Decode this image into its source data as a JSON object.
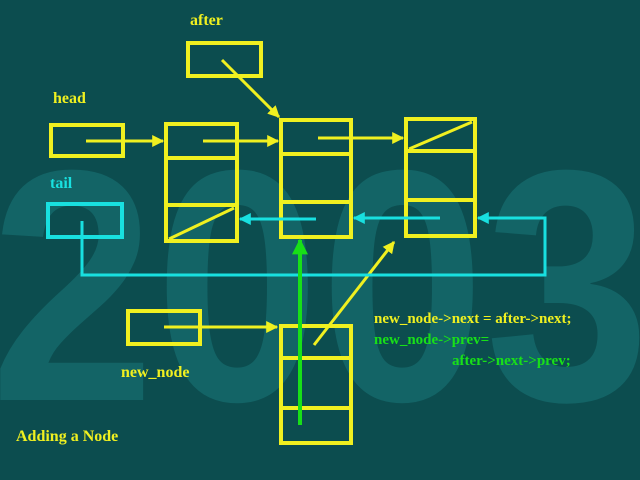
{
  "background": {
    "color": "#0c4d4f",
    "watermark_text": "2003",
    "watermark_color": "#136466"
  },
  "colors": {
    "node_outline": "#f0f020",
    "pointer_yellow": "#f0f020",
    "pointer_cyan": "#18e0e0",
    "pointer_green": "#18e018"
  },
  "labels": {
    "after": "after",
    "head": "head",
    "tail": "tail",
    "new_node": "new_node",
    "caption": "Adding a Node"
  },
  "code": {
    "line1": "new_node->next = after->next;",
    "line2": "new_node->prev=",
    "line3": "after->next->prev;"
  },
  "label_colors": {
    "after": "#f0f020",
    "head": "#f0f020",
    "tail": "#18e0e0",
    "new_node": "#f0f020",
    "caption": "#f0f020",
    "code_line1": "#f0f020",
    "code_line2": "#18e018",
    "code_line3": "#18e018"
  }
}
